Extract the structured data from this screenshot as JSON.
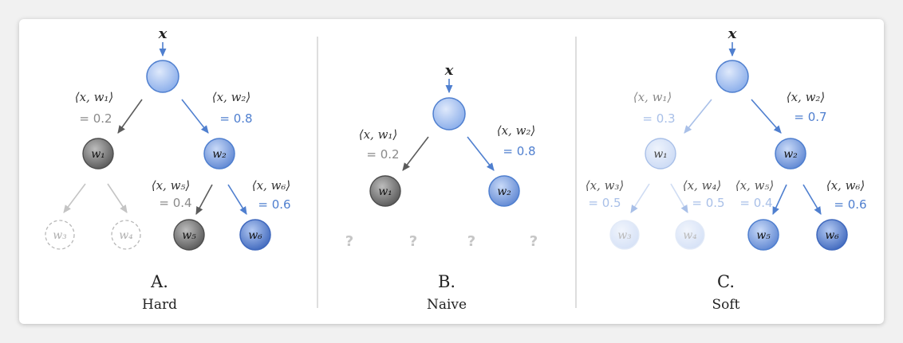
{
  "input_symbol": "x",
  "panels": [
    {
      "id": "hard",
      "letter": "A.",
      "name": "Hard",
      "edges": [
        {
          "label": "⟨x, w₁⟩",
          "value": "= 0.2"
        },
        {
          "label": "⟨x, w₂⟩",
          "value": "= 0.8"
        },
        {
          "label": "⟨x, w₅⟩",
          "value": "= 0.4"
        },
        {
          "label": "⟨x, w₆⟩",
          "value": "= 0.6"
        }
      ],
      "nodes": [
        "w₁",
        "w₂",
        "w₃",
        "w₄",
        "w₅",
        "w₆"
      ]
    },
    {
      "id": "naive",
      "letter": "B.",
      "name": "Naive",
      "edges": [
        {
          "label": "⟨x, w₁⟩",
          "value": "= 0.2"
        },
        {
          "label": "⟨x, w₂⟩",
          "value": "= 0.8"
        }
      ],
      "nodes": [
        "w₁",
        "w₂"
      ],
      "unknown": [
        "?",
        "?",
        "?",
        "?"
      ]
    },
    {
      "id": "soft",
      "letter": "C.",
      "name": "Soft",
      "edges": [
        {
          "label": "⟨x, w₁⟩",
          "value": "= 0.3"
        },
        {
          "label": "⟨x, w₂⟩",
          "value": "= 0.7"
        },
        {
          "label": "⟨x, w₃⟩",
          "value": "= 0.5"
        },
        {
          "label": "⟨x, w₄⟩",
          "value": "= 0.5"
        },
        {
          "label": "⟨x, w₅⟩",
          "value": "= 0.4"
        },
        {
          "label": "⟨x, w₆⟩",
          "value": "= 0.6"
        }
      ],
      "nodes": [
        "w₁",
        "w₂",
        "w₃",
        "w₄",
        "w₅",
        "w₆"
      ]
    }
  ],
  "colors": {
    "blue": "#4f7fcf",
    "gray_dark": "#5b5b5b",
    "gray_light": "#c4c4c4",
    "text_gray": "#8a8a8a"
  }
}
